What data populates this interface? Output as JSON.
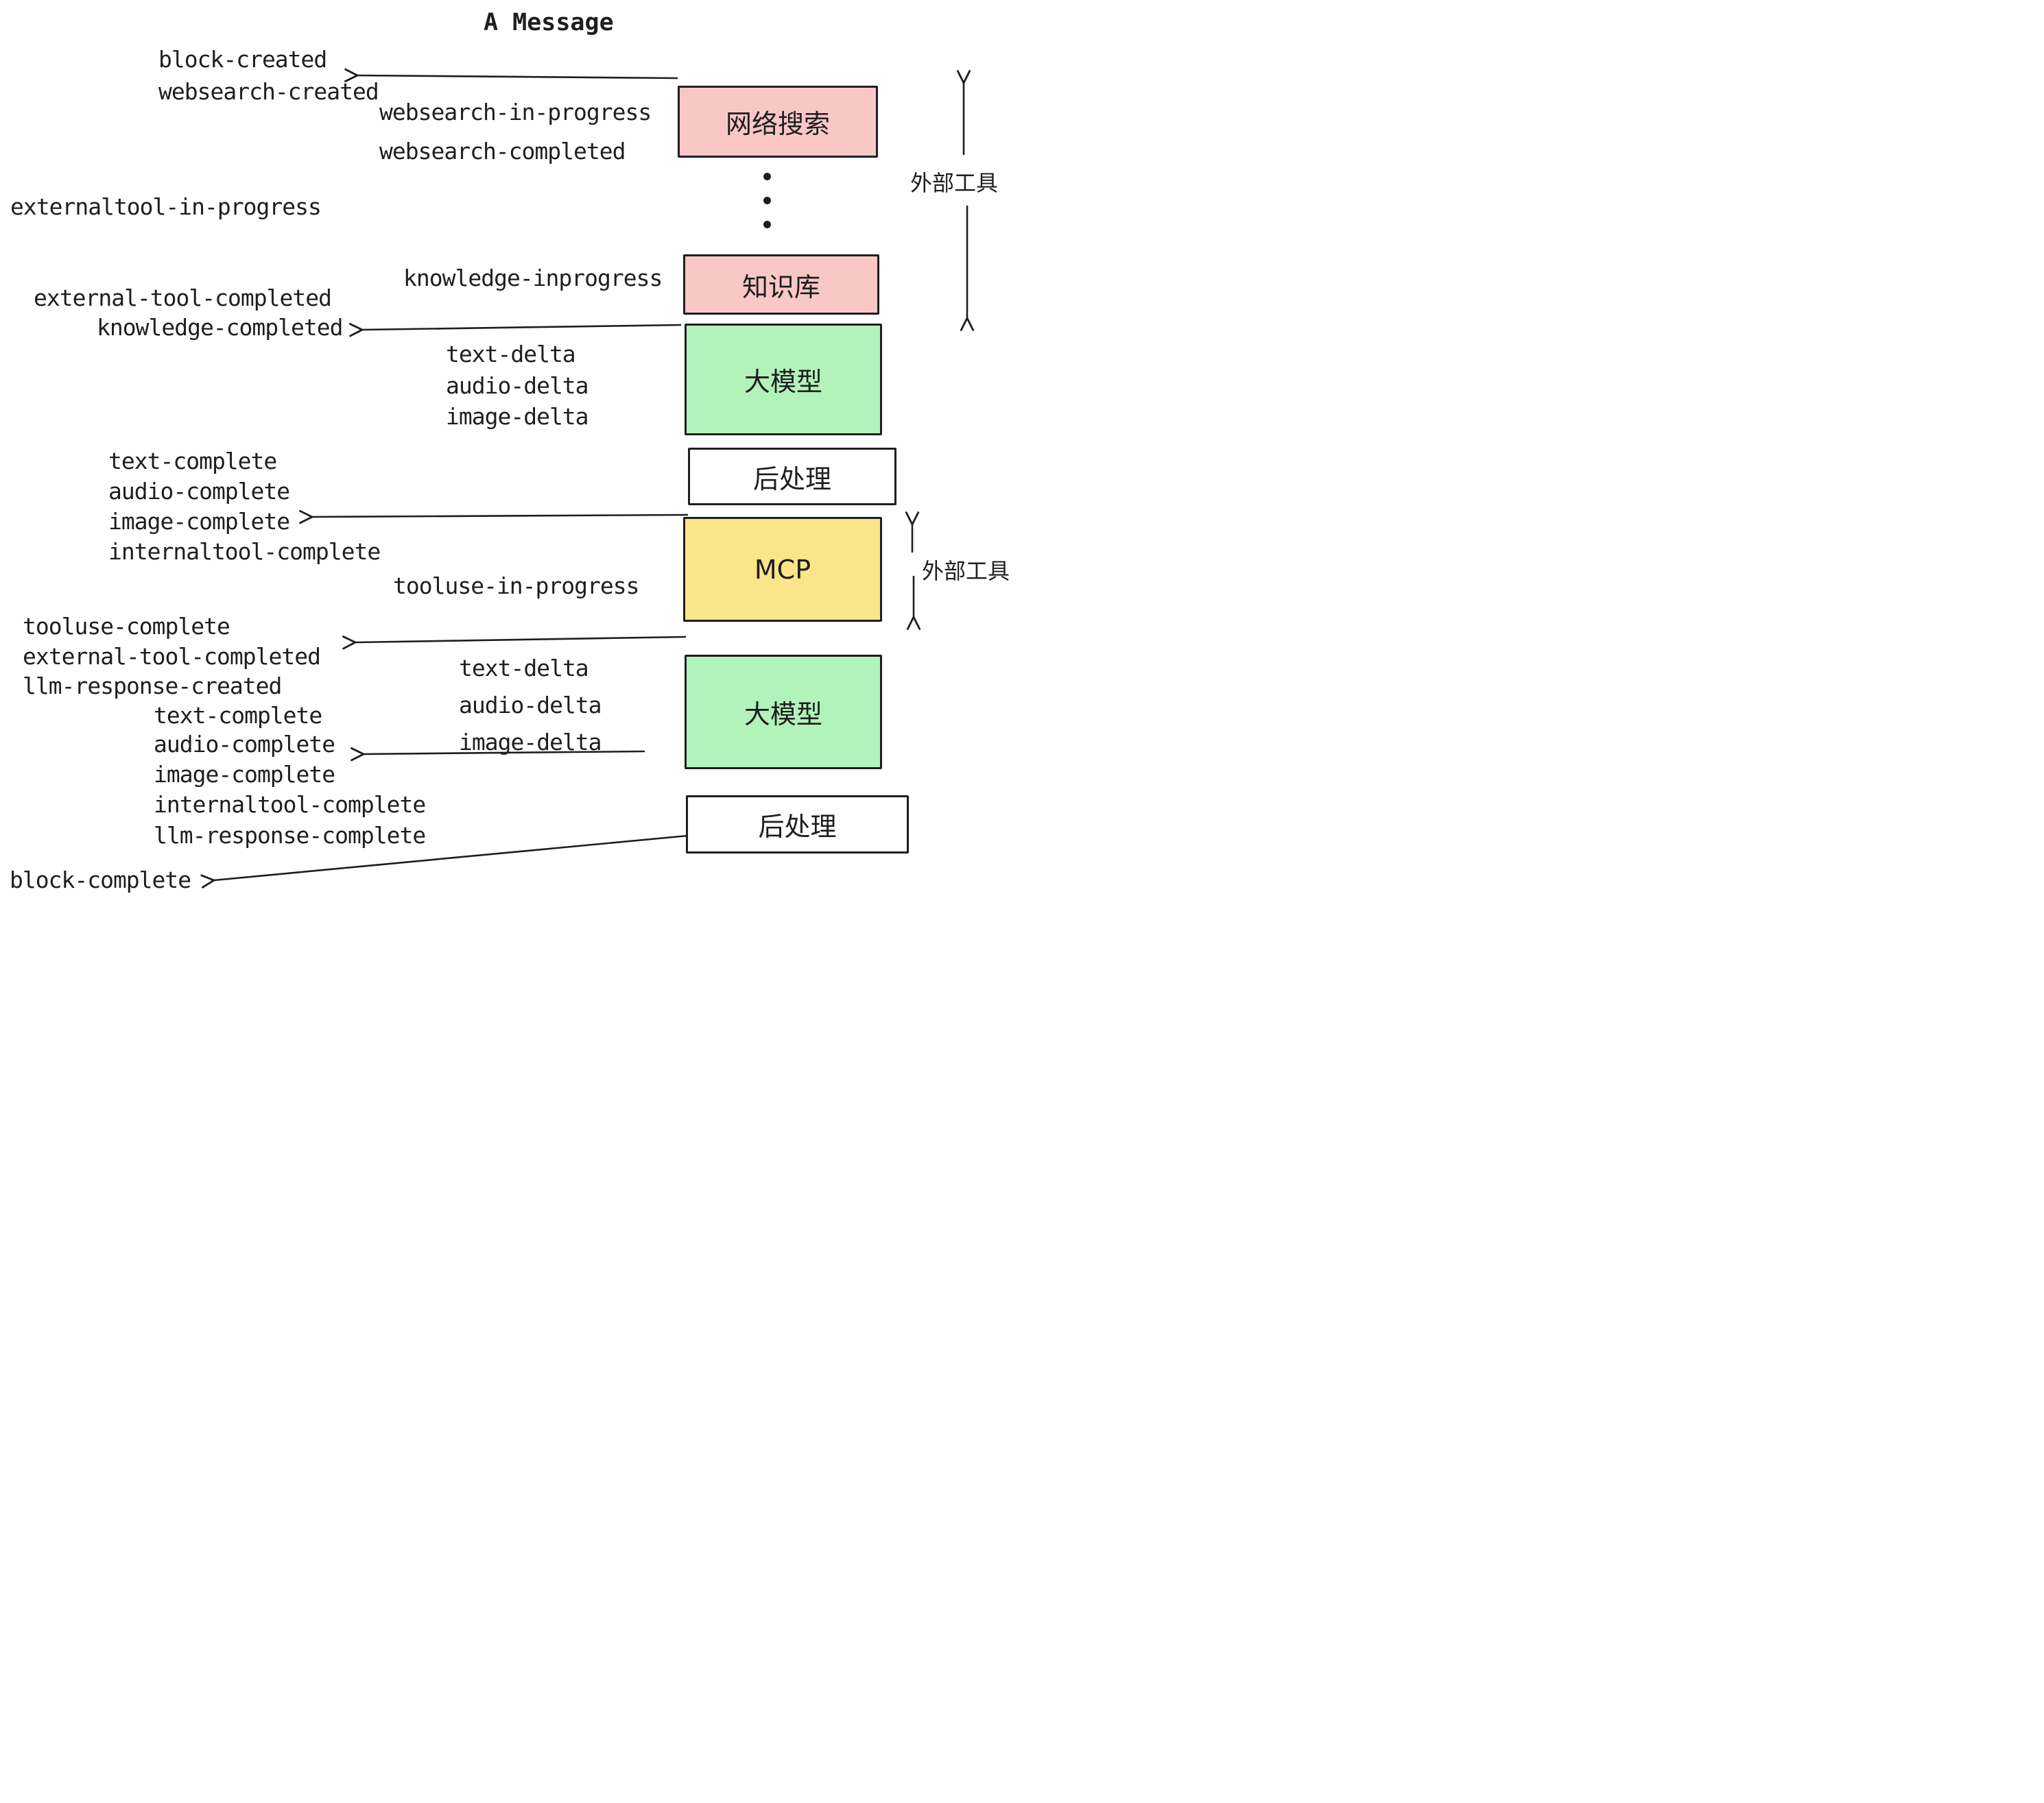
{
  "title": "A Message",
  "colors": {
    "pink": "#fac7c7",
    "green": "#b2f2bb",
    "yellow": "#fbe58b",
    "white": "#ffffff",
    "stroke": "#1e1e1e"
  },
  "boxes": {
    "websearch": {
      "label": "网络搜索",
      "fill": "pink"
    },
    "knowledge": {
      "label": "知识库",
      "fill": "pink"
    },
    "llm": {
      "label": "大模型",
      "fill": "green"
    },
    "post": {
      "label": "后处理",
      "fill": "white"
    },
    "mcp": {
      "label": "MCP",
      "fill": "yellow"
    }
  },
  "side_labels": {
    "external_tools": "外部工具"
  },
  "events": {
    "block_created": "block-created",
    "websearch_created": "websearch-created",
    "websearch_in_progress": "websearch-in-progress",
    "websearch_completed": "websearch-completed",
    "externaltool_in_progress": "externaltool-in-progress",
    "knowledge_inprogress": "knowledge-inprogress",
    "external_tool_completed": "external-tool-completed",
    "knowledge_completed": "knowledge-completed",
    "text_delta": "text-delta",
    "audio_delta": "audio-delta",
    "image_delta": "image-delta",
    "text_complete": "text-complete",
    "audio_complete": "audio-complete",
    "image_complete": "image-complete",
    "internaltool_complete": "internaltool-complete",
    "tooluse_in_progress": "tooluse-in-progress",
    "tooluse_complete": "tooluse-complete",
    "llm_response_created": "llm-response-created",
    "llm_response_complete": "llm-response-complete",
    "block_complete": "block-complete"
  }
}
